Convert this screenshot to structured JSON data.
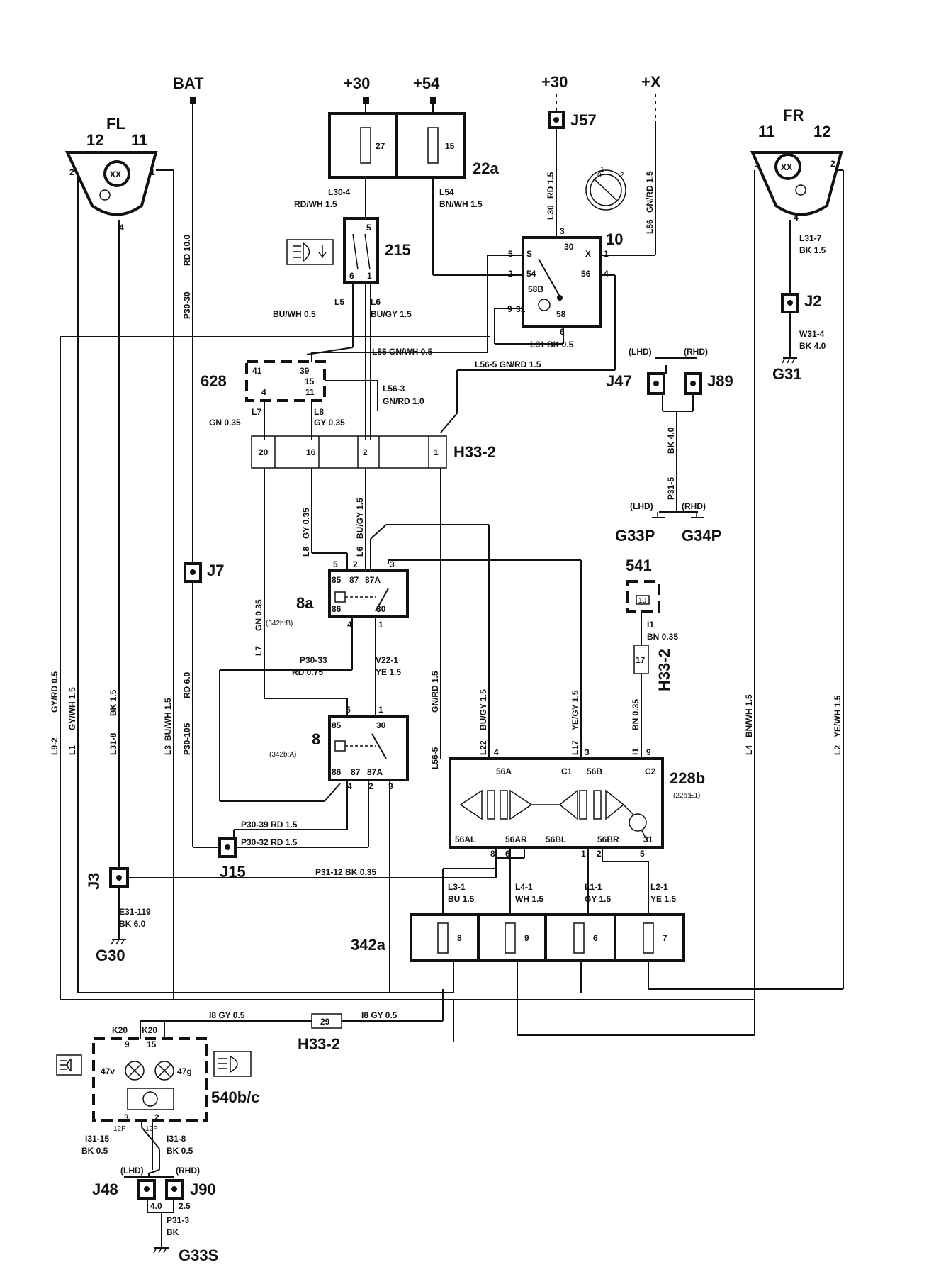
{
  "supply": {
    "bat": "BAT",
    "plus30_left": "+30",
    "plus54": "+54",
    "plus30_right": "+30",
    "plusx": "+X"
  },
  "lamps": {
    "fl_title": "FL",
    "fl_pin12": "12",
    "fl_pin11": "11",
    "fl_pin2": "2",
    "fl_pin1": "1",
    "fl_pin4": "4",
    "fr_title": "FR",
    "fr_pin11": "11",
    "fr_pin12": "12",
    "fr_pin1": "1",
    "fr_pin2": "2",
    "fr_pin4": "4",
    "xx": "XX"
  },
  "components": {
    "c22a": "22a",
    "fuse27": "27",
    "fuse15": "15",
    "c215": "215",
    "p215_5": "5",
    "p215_6": "6",
    "p215_1": "1",
    "c10": "10",
    "p10_3": "3",
    "p10_30": "30",
    "p10_5": "5",
    "p10_S": "S",
    "p10_X": "X",
    "p10_1": "1",
    "p10_2": "2",
    "p10_54": "54",
    "p10_56": "56",
    "p10_4": "4",
    "p10_58B": "58B",
    "p10_9": "9",
    "p10_31": "31",
    "p10_58": "58",
    "p10_6": "6",
    "sw_0": "0",
    "sw_1": "1",
    "sw_2": "2",
    "c628": "628",
    "p628_41": "41",
    "p628_39": "39",
    "p628_15": "15",
    "p628_4": "4",
    "p628_11": "11",
    "h33_2": "H33-2",
    "h33_2b": "H33-2",
    "h33_2c": "H33-2",
    "h_20": "20",
    "h_16": "16",
    "h_2": "2",
    "h_1": "1",
    "h_17": "17",
    "h_29": "29",
    "c8a": "8a",
    "c8a_ref": "(342b:B)",
    "c8": "8",
    "c8_ref": "(342b:A)",
    "r85": "85",
    "r87": "87",
    "r87A": "87A",
    "r86": "86",
    "r30": "30",
    "r8a_5": "5",
    "r8a_2": "2",
    "r8a_3": "3",
    "r8a_4": "4",
    "r8a_1": "1",
    "r8_5": "5",
    "r8_1": "1",
    "r8_4": "4",
    "r8_2": "2",
    "r8_3": "3",
    "c541": "541",
    "p541_10": "10",
    "c228b": "228b",
    "c228b_ref": "(22b:E1)",
    "p228_4": "4",
    "p228_3": "3",
    "p228_9": "9",
    "p228_56A": "56A",
    "p228_C1": "C1",
    "p228_56B": "56B",
    "p228_C2": "C2",
    "p228_56AL": "56AL",
    "p228_56AR": "56AR",
    "p228_56BL": "56BL",
    "p228_56BR": "56BR",
    "p228_31": "31",
    "p228_8": "8",
    "p228_6": "6",
    "p228_1": "1",
    "p228_2": "2",
    "p228_5": "5",
    "c342a": "342a",
    "f8": "8",
    "f9": "9",
    "f6": "6",
    "f7": "7",
    "c540": "540b/c",
    "k20a": "K20",
    "k20b": "K20",
    "p540_9": "9",
    "p540_15": "15",
    "p540_47v": "47v",
    "p540_47g": "47g",
    "p540_3": "3",
    "p540_2": "2",
    "p540_12p_a": "12P",
    "p540_12p_b": "12P"
  },
  "splices": {
    "j57": "J57",
    "j2": "J2",
    "j47": "J47",
    "j89": "J89",
    "j7": "J7",
    "j15": "J15",
    "j3": "J3",
    "j48": "J48",
    "j90": "J90",
    "lhd1": "(LHD)",
    "rhd1": "(RHD)",
    "lhd2": "(LHD)",
    "rhd2": "(RHD)",
    "lhd3": "(LHD)",
    "rhd3": "(RHD)"
  },
  "grounds": {
    "g31": "G31",
    "g33p": "G33P",
    "g34p": "G34P",
    "g30": "G30",
    "g33s": "G33S"
  },
  "wires": {
    "p30_30": "P30-30",
    "rd10": "RD 10.0",
    "l30_4": "L30-4",
    "rdwh15": "RD/WH 1.5",
    "l54": "L54",
    "bnwh15": "BN/WH 1.5",
    "l30": "L30",
    "rd15_v": "RD 1.5",
    "l56": "L56",
    "gnrd15_v": "GN/RD 1.5",
    "l31_7": "L31-7",
    "bk15_r": "BK  1.5",
    "w31_4": "W31-4",
    "bk40_r": "BK 4.0",
    "l5": "L5",
    "buwh05": "BU/WH   0.5",
    "l6": "L6",
    "bugy15": "BU/GY 1.5",
    "l31": "L31   BK  0.5",
    "l55": "L55   GN/WH 0.5",
    "l56_5_top": "L56-5    GN/RD  1.5",
    "l56_3": "L56-3",
    "gnrd10": "GN/RD 1.0",
    "l7": "L7",
    "gn035": "GN 0.35",
    "l8": "L8",
    "gy035": "GY 0.35",
    "bk40_v": "BK  4.0",
    "p31_5": "P31-5",
    "l8_v": "L8",
    "gy035_v": "GY 0.35",
    "l6_v": "L6",
    "bugy15_v": "BU/GY 1.5",
    "l7_v": "L7",
    "gn035_v": "GN 0.35",
    "i1": "I1",
    "bn035": "BN  0.35",
    "p30_33": "P30-33",
    "rd075": "RD 0.75",
    "v22_1": "V22-1",
    "ye15": "YE  1.5",
    "l56_5_v": "L56-5",
    "gnrd15_v2": "GN/RD 1.5",
    "l22": "L22",
    "bugy15_v2": "BU/GY 1.5",
    "l17": "L17",
    "yegy15": "YE/GY 1.5",
    "i1_v": "I1",
    "bn035_v": "BN 0.35",
    "l9_2": "L9-2",
    "gyrd05": "GY/RD 0.5",
    "l1": "L1",
    "gywh15": "GY/WH 1.5",
    "l31_8": "L31-8",
    "bk15_v": "BK  1.5",
    "l3": "L3",
    "buwh15": "BU/WH 1.5",
    "p30_105": "P30-105",
    "rd60": "RD 6.0",
    "l4": "L4",
    "bnwh15_v": "BN/WH 1.5",
    "l2": "L2",
    "yewh15": "YE/WH 1.5",
    "p30_39": "P30-39    RD  1.5",
    "p30_32": "P30-32    RD  1.5",
    "p31_12": "P31-12    BK  0.35",
    "e31_119": "E31-119",
    "bk60": "BK 6.0",
    "l3_1": "L3-1",
    "bu15": "BU  1.5",
    "l4_1": "L4-1",
    "wh15": "WH 1.5",
    "l1_1": "L1-1",
    "gy15": "GY  1.5",
    "l2_1": "L2-1",
    "ye15b": "YE  1.5",
    "i8a": "I8    GY  0.5",
    "i8b": "I8    GY  0.5",
    "i31_15": "I31-15",
    "bk05a": "BK  0.5",
    "i31_8": "I31-8",
    "bk05b": "BK  0.5",
    "v40": "4.0",
    "v25": "2.5",
    "p31_3": "P31-3",
    "bk": "BK"
  }
}
